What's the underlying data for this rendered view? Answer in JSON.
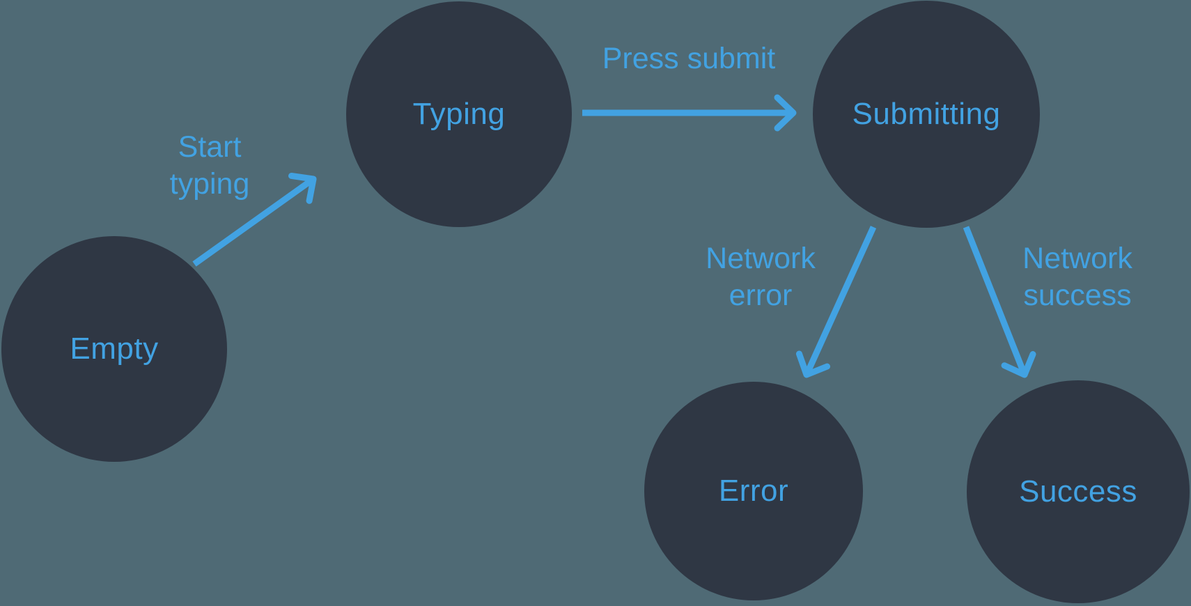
{
  "colors": {
    "background": "#4F6A75",
    "node_fill": "#2F3744",
    "accent": "#42A2E2"
  },
  "nodes": [
    {
      "id": "empty",
      "label": "Empty"
    },
    {
      "id": "typing",
      "label": "Typing"
    },
    {
      "id": "submitting",
      "label": "Submitting"
    },
    {
      "id": "error",
      "label": "Error"
    },
    {
      "id": "success",
      "label": "Success"
    }
  ],
  "edges": [
    {
      "from": "empty",
      "to": "typing",
      "label": "Start typing",
      "label_lines": [
        "Start",
        "typing"
      ]
    },
    {
      "from": "typing",
      "to": "submitting",
      "label": "Press submit",
      "label_lines": [
        "Press submit"
      ]
    },
    {
      "from": "submitting",
      "to": "error",
      "label": "Network error",
      "label_lines": [
        "Network",
        "error"
      ]
    },
    {
      "from": "submitting",
      "to": "success",
      "label": "Network success",
      "label_lines": [
        "Network",
        "success"
      ]
    }
  ]
}
